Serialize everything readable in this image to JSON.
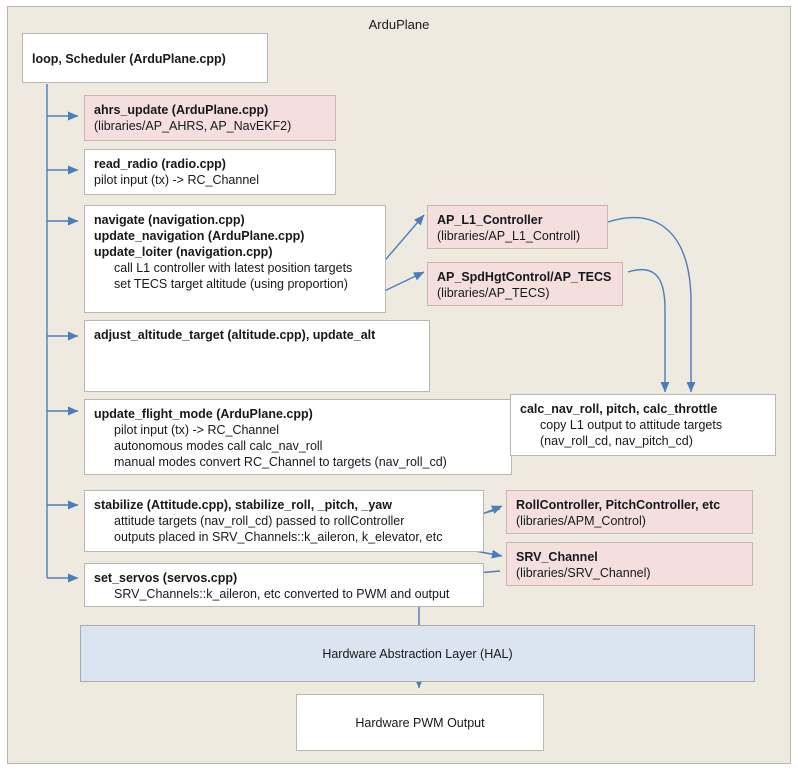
{
  "diagram": {
    "title": "ArduPlane",
    "type": "flow-diagram",
    "colors": {
      "canvas": "#eeeae0",
      "library_box": "#f4dede",
      "code_box": "#ffffff",
      "hal_box": "#dbe5f1",
      "arrow": "#4a7ebb"
    }
  },
  "nodes": {
    "loop_scheduler": {
      "title": "loop, Scheduler (ArduPlane.cpp)",
      "lines": []
    },
    "ahrs_update": {
      "title": "ahrs_update (ArduPlane.cpp)",
      "lines": [
        "(libraries/AP_AHRS, AP_NavEKF2)"
      ]
    },
    "read_radio": {
      "title": "read_radio (radio.cpp)",
      "lines": [
        "pilot input (tx) -> RC_Channel"
      ]
    },
    "navigate": {
      "title": "navigate (navigation.cpp)",
      "title2": "update_navigation (ArduPlane.cpp)",
      "title3": "update_loiter (navigation.cpp)",
      "indented": [
        "call L1 controller with latest position targets",
        "set TECS target altitude (using proportion)"
      ]
    },
    "ap_l1_controller": {
      "title": "AP_L1_Controller",
      "lines": [
        "(libraries/AP_L1_Controll)"
      ]
    },
    "ap_tecs": {
      "title": "AP_SpdHgtControl/AP_TECS",
      "lines": [
        "(libraries/AP_TECS)"
      ]
    },
    "adjust_altitude_target": {
      "title": "adjust_altitude_target (altitude.cpp), update_alt",
      "lines": []
    },
    "update_flight_mode": {
      "title": "update_flight_mode (ArduPlane.cpp)",
      "indented": [
        "pilot input (tx) -> RC_Channel",
        "autonomous modes call calc_nav_roll",
        "manual modes convert RC_Channel to targets (nav_roll_cd)"
      ]
    },
    "calc_nav_roll": {
      "title": "calc_nav_roll, pitch, calc_throttle",
      "indented": [
        "copy L1 output to attitude targets",
        "(nav_roll_cd, nav_pitch_cd)"
      ]
    },
    "stabilize": {
      "title": "stabilize (Attitude.cpp), stabilize_roll, _pitch, _yaw",
      "indented": [
        "attitude targets (nav_roll_cd) passed to rollController",
        "outputs placed in SRV_Channels::k_aileron, k_elevator, etc"
      ]
    },
    "roll_controller": {
      "title": "RollController, PitchController, etc",
      "lines": [
        "(libraries/APM_Control)"
      ]
    },
    "srv_channel": {
      "title": "SRV_Channel",
      "lines": [
        "(libraries/SRV_Channel)"
      ]
    },
    "set_servos": {
      "title": "set_servos (servos.cpp)",
      "indented": [
        "SRV_Channels::k_aileron, etc converted to PWM and output"
      ]
    },
    "hal": {
      "title": "Hardware Abstraction Layer (HAL)"
    },
    "hardware_pwm": {
      "title": "Hardware PWM Output"
    }
  },
  "edges": [
    {
      "from": "loop_scheduler",
      "to": "ahrs_update"
    },
    {
      "from": "loop_scheduler",
      "to": "read_radio"
    },
    {
      "from": "loop_scheduler",
      "to": "navigate"
    },
    {
      "from": "loop_scheduler",
      "to": "adjust_altitude_target"
    },
    {
      "from": "loop_scheduler",
      "to": "update_flight_mode"
    },
    {
      "from": "loop_scheduler",
      "to": "stabilize"
    },
    {
      "from": "loop_scheduler",
      "to": "set_servos"
    },
    {
      "from": "navigate",
      "to": "ap_l1_controller"
    },
    {
      "from": "navigate",
      "to": "ap_tecs"
    },
    {
      "from": "ap_l1_controller",
      "to": "calc_nav_roll"
    },
    {
      "from": "ap_tecs",
      "to": "calc_nav_roll"
    },
    {
      "from": "update_flight_mode",
      "to": "calc_nav_roll"
    },
    {
      "from": "stabilize",
      "to": "roll_controller"
    },
    {
      "from": "roll_controller",
      "to": "stabilize"
    },
    {
      "from": "stabilize",
      "to": "srv_channel"
    },
    {
      "from": "srv_channel",
      "to": "set_servos"
    },
    {
      "from": "set_servos",
      "to": "hardware_pwm"
    }
  ]
}
